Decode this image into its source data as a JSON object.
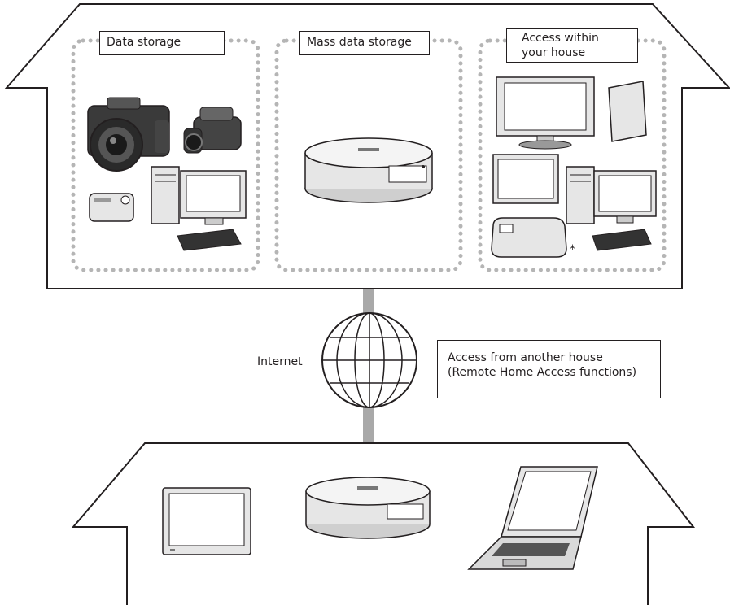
{
  "top_house": {
    "panels": [
      {
        "id": "data-storage",
        "label": "Data storage"
      },
      {
        "id": "mass-data-storage",
        "label": "Mass data storage"
      },
      {
        "id": "access-within",
        "label_line1": "Access within",
        "label_line2": "your house"
      }
    ],
    "footnote_mark": "*"
  },
  "connection": {
    "internet_label": "Internet",
    "callout_line1": "Access from another house",
    "callout_line2": "(Remote Home Access functions)"
  },
  "colors": {
    "line": "#231f20",
    "dots": "#b5b5b5",
    "pipe": "#a9a9a9",
    "device_fill": "#e6e6e6"
  }
}
